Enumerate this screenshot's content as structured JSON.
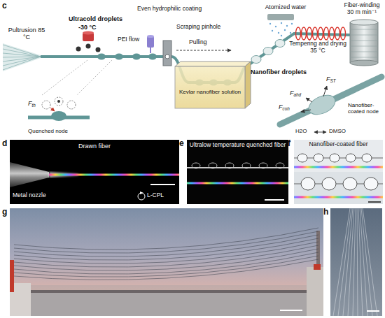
{
  "diagram": {
    "nodes": [
      {
        "text": [
          "Drawn fiber",
          "Metal nozzle",
          "L-CPL"
        ]
      },
      {
        "text": [
          "Ultralow temperature quenched fiber"
        ]
      },
      {
        "text": [
          "Nanofiber-coated fiber"
        ]
      }
    ],
    "labels": [
      "c",
      "Pultrusion 85 °C",
      "Ultracold droplets",
      "-30 °C",
      "Even hydrophilic coating",
      "Scraping pinhole",
      "PEI flow",
      "Pulling",
      "Atomized water",
      "Tempering and drying 35 °C",
      "Fiber-winding 30 m min⁻¹",
      "Kevlar nanofiber solution",
      "Nanofiber droplets",
      "Fth",
      "Quenched node",
      "FST",
      "Fahd",
      "Fcoh",
      "Nanofiber-coated node",
      "H2O",
      "DMSO",
      "d",
      "e",
      "f",
      "g",
      "h"
    ]
  }
}
